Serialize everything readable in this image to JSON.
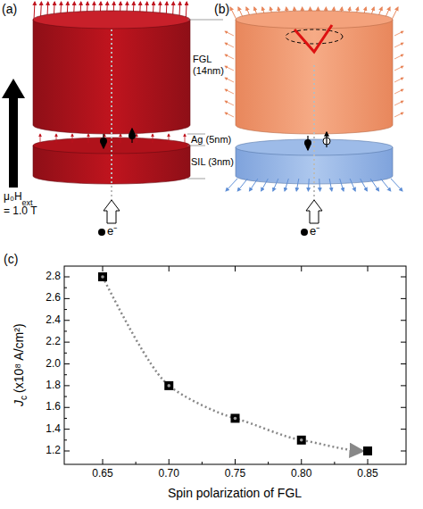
{
  "diagram": {
    "labels": [
      "(a)",
      "(b)",
      "(c)",
      "FGL (14nm)",
      "Ag (5nm)",
      "SIL (3nm)",
      "μ₀H",
      "ext",
      "= 1.0 T",
      "e⁻",
      "e⁻",
      "J",
      "c",
      "(x10⁸ A/cm²)",
      "1.2",
      "1.4",
      "1.6",
      "1.8",
      "2.0",
      "2.2",
      "2.4",
      "2.6",
      "2.8",
      "0.65",
      "0.70",
      "0.75",
      "0.80",
      "0.85",
      "Spin polarization of FGL"
    ]
  }
}
